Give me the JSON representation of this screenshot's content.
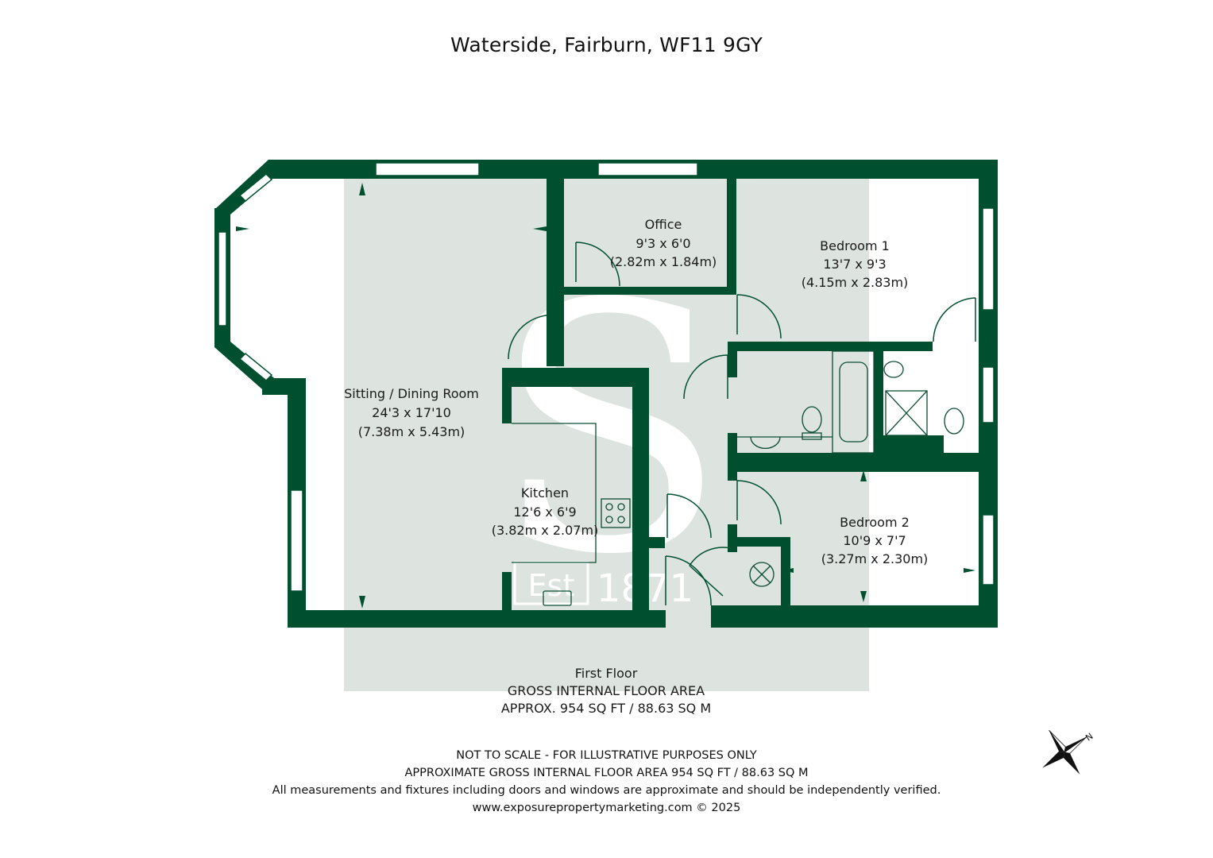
{
  "title": "Waterside, Fairburn, WF11 9GY",
  "colors": {
    "wall": "#005030",
    "watermark": "#dde3df",
    "window": "#ffffff",
    "fixture": "#0b4d33"
  },
  "rooms": [
    {
      "name": "Office",
      "imperial": "9'3 x 6'0",
      "metric": "(2.82m x 1.84m)"
    },
    {
      "name": "Bedroom 1",
      "imperial": "13'7 x 9'3",
      "metric": "(4.15m x 2.83m)"
    },
    {
      "name": "Sitting / Dining Room",
      "imperial": "24'3 x 17'10",
      "metric": "(7.38m x 5.43m)"
    },
    {
      "name": "Kitchen",
      "imperial": "12'6 x 6'9",
      "metric": "(3.82m x 2.07m)"
    },
    {
      "name": "Bedroom 2",
      "imperial": "10'9 x 7'7",
      "metric": "(3.27m x 2.30m)"
    }
  ],
  "watermark": {
    "letter": "S",
    "est": "Est",
    "year": "1871"
  },
  "floor": {
    "name": "First Floor",
    "area_heading": "GROSS INTERNAL FLOOR AREA",
    "area_value": "APPROX. 954 SQ FT / 88.63 SQ M"
  },
  "compass": {
    "north_letter": "N",
    "icon": "compass-rose-icon"
  },
  "footer": {
    "line1": "NOT TO SCALE - FOR ILLUSTRATIVE PURPOSES ONLY",
    "line2": "APPROXIMATE GROSS INTERNAL FLOOR AREA 954 SQ FT / 88.63 SQ M",
    "line3": "All measurements and fixtures including doors and windows are approximate and should be independently verified.",
    "line4": "www.exposurepropertymarketing.com © 2025"
  }
}
